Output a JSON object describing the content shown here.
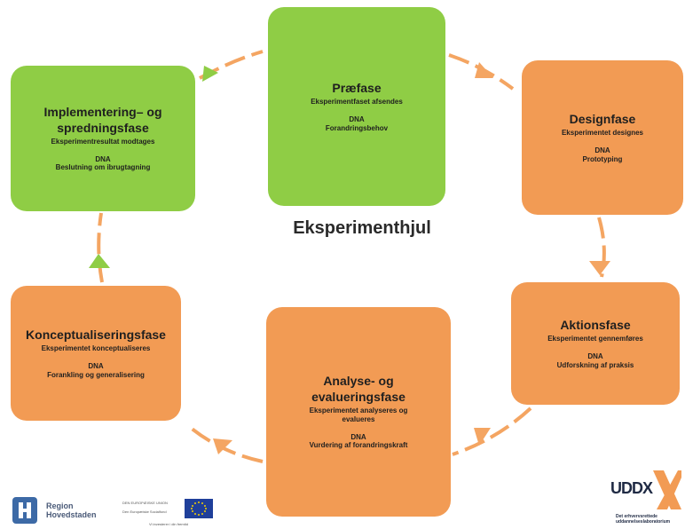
{
  "center_title": "Eksperimenthjul",
  "colors": {
    "green": "#8fcd45",
    "orange": "#f29b54",
    "arrow_orange": "#f4a562",
    "arrow_green": "#8fcd45"
  },
  "phases": {
    "praefase": {
      "title": "Præfase",
      "sub": "Eksperimentfaset afsendes",
      "dna_label": "DNA",
      "dna_value": "Forandringsbehov"
    },
    "designfase": {
      "title": "Designfase",
      "sub": "Eksperimentet designes",
      "dna_label": "DNA",
      "dna_value": "Prototyping"
    },
    "aktionsfase": {
      "title": "Aktionsfase",
      "sub": "Eksperimentet gennemføres",
      "dna_label": "DNA",
      "dna_value": "Udforskning af praksis"
    },
    "analysefase": {
      "title_line1": "Analyse- og",
      "title_line2": "evalueringsfase",
      "sub_line1": "Eksperimentet analyseres og",
      "sub_line2": "evalueres",
      "dna_label": "DNA",
      "dna_value": "Vurdering af forandringskraft"
    },
    "konceptfase": {
      "title": "Konceptualiseringsfase",
      "sub": "Eksperimentet konceptualiseres",
      "dna_label": "DNA",
      "dna_value": "Forankling og generalisering"
    },
    "implementering": {
      "title_line1": "Implementering– og",
      "title_line2": "spredningsfase",
      "sub": "Eksperimentresultat modtages",
      "dna_label": "DNA",
      "dna_value": "Beslutning om ibrugtagning"
    }
  },
  "footer": {
    "region_line1": "Region",
    "region_line2": "Hovedstaden",
    "eu_line1": "DEN EUROPÆISKE UNION",
    "eu_line2": "Den Europæiske Socialfond",
    "eu_line3": "Vi investerer i din fremtid",
    "uddx_word": "UDDX",
    "uddx_tag1": "Det erhvervsrettede",
    "uddx_tag2": "uddannelseslaboratorium"
  }
}
